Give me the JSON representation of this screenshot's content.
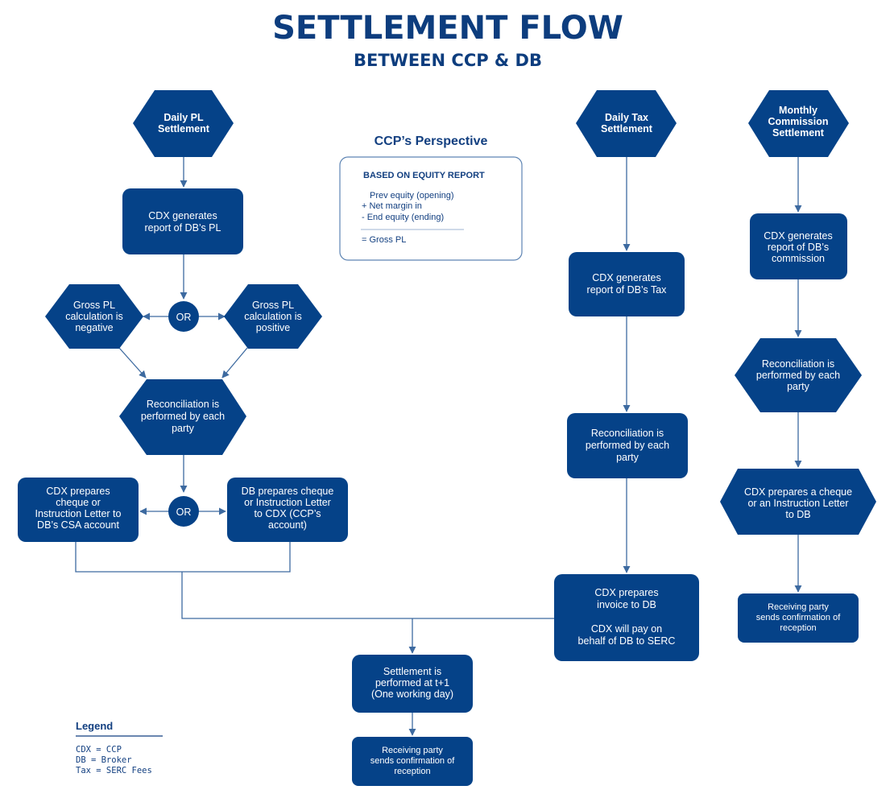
{
  "title": "SETTLEMENT FLOW",
  "subtitle": "BETWEEN CCP & DB",
  "perspective": {
    "title": "CCP’s Perspective",
    "heading": "BASED ON EQUITY REPORT",
    "lines": [
      "Prev equity (opening)",
      "+ Net margin in",
      "-  End equity (ending)"
    ],
    "result": "= Gross PL"
  },
  "nodes": {
    "daily_pl": [
      "Daily PL",
      "Settlement"
    ],
    "pl_report": [
      "CDX generates",
      "report of DB’s PL"
    ],
    "or_1": "OR",
    "gross_negative": [
      "Gross PL",
      "calculation is",
      "negative"
    ],
    "gross_positive": [
      "Gross PL",
      "calculation is",
      "positive"
    ],
    "pl_reconciliation": [
      "Reconciliation is",
      "performed by each",
      "party"
    ],
    "or_2": "OR",
    "cdx_cheque": [
      "CDX prepares",
      "cheque or",
      "Instruction Letter to",
      "DB’s CSA account"
    ],
    "db_cheque": [
      "DB prepares cheque",
      "or Instruction Letter",
      "to CDX (CCP’s",
      "account)"
    ],
    "settlement_t1": [
      "Settlement is",
      "performed at t+1",
      "(One working day)"
    ],
    "receiving_main": [
      "Receiving party",
      "sends confirmation of",
      "reception"
    ],
    "daily_tax": [
      "Daily Tax",
      "Settlement"
    ],
    "tax_report": [
      "CDX generates",
      "report of DB’s Tax"
    ],
    "tax_reconciliation": [
      "Reconciliation is",
      "performed by each",
      "party"
    ],
    "tax_invoice": [
      "CDX prepares",
      "invoice to DB",
      "",
      "CDX will pay on",
      "behalf of DB to SERC"
    ],
    "monthly_commission": [
      "Monthly",
      "Commission",
      "Settlement"
    ],
    "commission_report": [
      "CDX generates",
      "report of DB’s",
      "commission"
    ],
    "commission_reconciliation": [
      "Reconciliation is",
      "performed by each",
      "party"
    ],
    "commission_cheque": [
      "CDX prepares a cheque",
      "or an Instruction Letter",
      "to DB"
    ],
    "receiving_commission": [
      "Receiving party",
      "sends confirmation of",
      "reception"
    ]
  },
  "legend": {
    "title": "Legend",
    "items": [
      "CDX = CCP",
      "DB = Broker",
      "Tax = SERC Fees"
    ]
  },
  "colors": {
    "node_fill": "#054288",
    "title": "#0d3d7e",
    "connector": "#3d6aa0"
  }
}
